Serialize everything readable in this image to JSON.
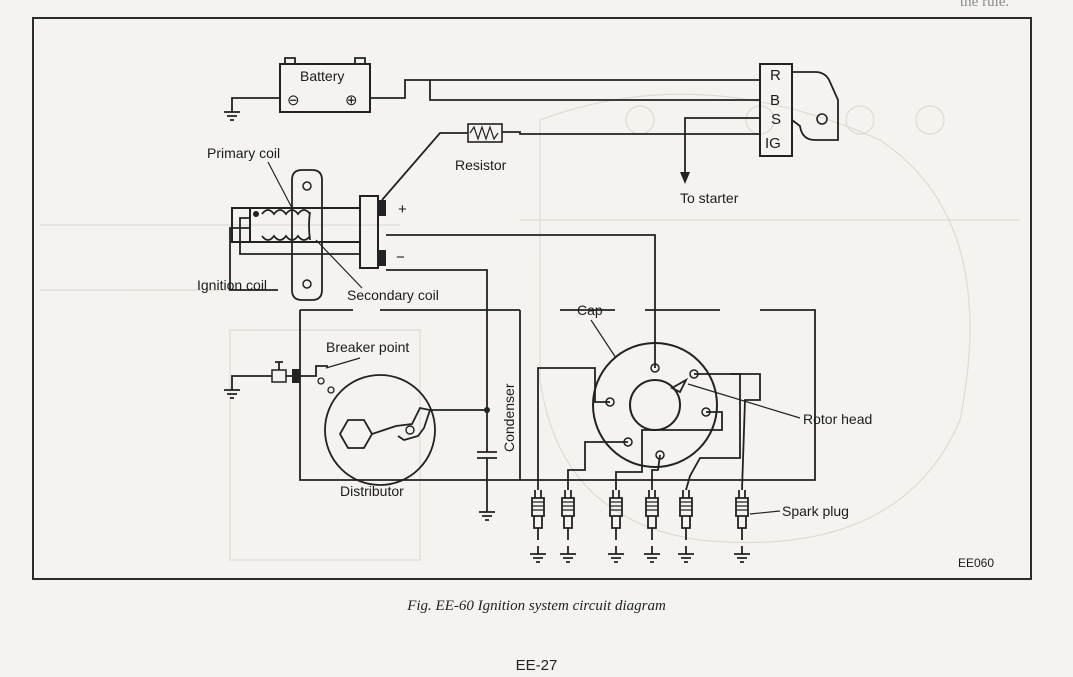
{
  "page": {
    "header_fragment": "the rule.",
    "figure_id": "EE060",
    "caption": "Fig. EE-60  Ignition system circuit diagram",
    "page_number": "EE-27"
  },
  "labels": {
    "battery": "Battery",
    "battery_minus": "⊖",
    "battery_plus": "⊕",
    "primary_coil": "Primary coil",
    "resistor": "Resistor",
    "ignition_coil": "Ignition coil",
    "secondary_coil": "Secondary coil",
    "coil_plus": "+",
    "coil_minus": "−",
    "breaker_point": "Breaker point",
    "condenser": "Condenser",
    "distributor": "Distributor",
    "cap": "Cap",
    "rotor_head": "Rotor head",
    "spark_plug": "Spark plug",
    "to_starter": "To starter",
    "switch_terminals": [
      "R",
      "B",
      "S",
      "IG"
    ]
  }
}
